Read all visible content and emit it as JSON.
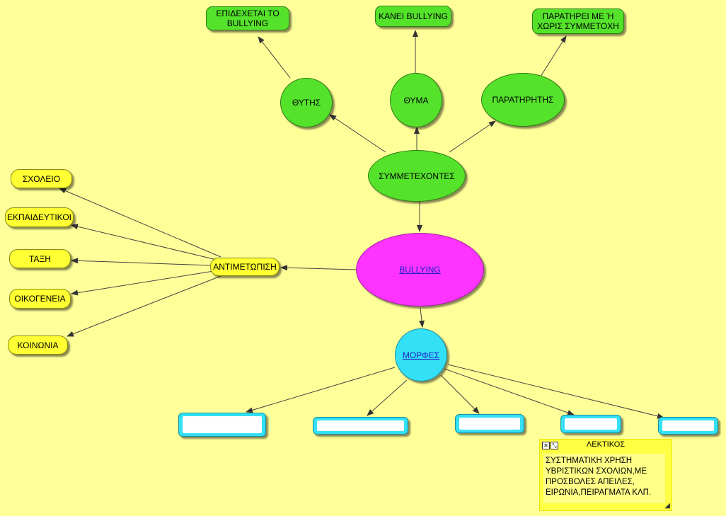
{
  "nodes": {
    "bullying": "BULLYING",
    "symmetexontes": "ΣΥΜΜΕΤΕΧΟΝΤΕΣ",
    "thytis": "ΘΥΤΗΣ",
    "thyma": "ΘΥΜΑ",
    "paratiritis": "ΠΑΡΑΤΗΡΗΤΗΣ",
    "epidexetai": "ΕΠΙΔΕΧΕΤΑΙ ΤΟ\nBULLYING",
    "kanei": "ΚΑΝΕΙ BULLYING",
    "paratirei": "ΠΑΡΑΤΗΡΕΙ ΜΕ Ή\nΧΩΡΙΣ ΣΥΜΜΕΤΟΧΗ",
    "antimetopisi": "ΑΝΤΙΜΕΤΩΠΙΣΗ",
    "sxoleio": "ΣΧΟΛΕΙΟ",
    "ekpaideftikoi": "ΕΚΠΑΙΔΕΥΤΙΚΟΙ",
    "taxi": "ΤΑΞΗ",
    "oikogeneia": "ΟΙΚΟΓΕΝΕΙΑ",
    "koinonia": "ΚΟΙΝΩΝΙΑ",
    "morfes": "ΜΟΡΦΕΣ"
  },
  "note": {
    "title": "ΛΕΚΤΙΚΟΣ",
    "body": "ΣΥΣΤΗΜΑΤΙΚΗ ΧΡΗΣΗ\nΥΒΡΙΣΤΙΚΩΝ ΣΧΟΛΙΩΝ,ΜΕ\nΠΡΟΣΒΟΛΕΣ ΑΠΕΙΛΕΣ,\nΕΙΡΩΝΙΑ,ΠΕΙΡΑΓΜΑΤΑ ΚΛΠ."
  },
  "colors": {
    "background": "#ffff99",
    "green": "#55e22b",
    "magenta": "#ff33ff",
    "cyan": "#33e0f5",
    "yellow": "#ffff33"
  }
}
